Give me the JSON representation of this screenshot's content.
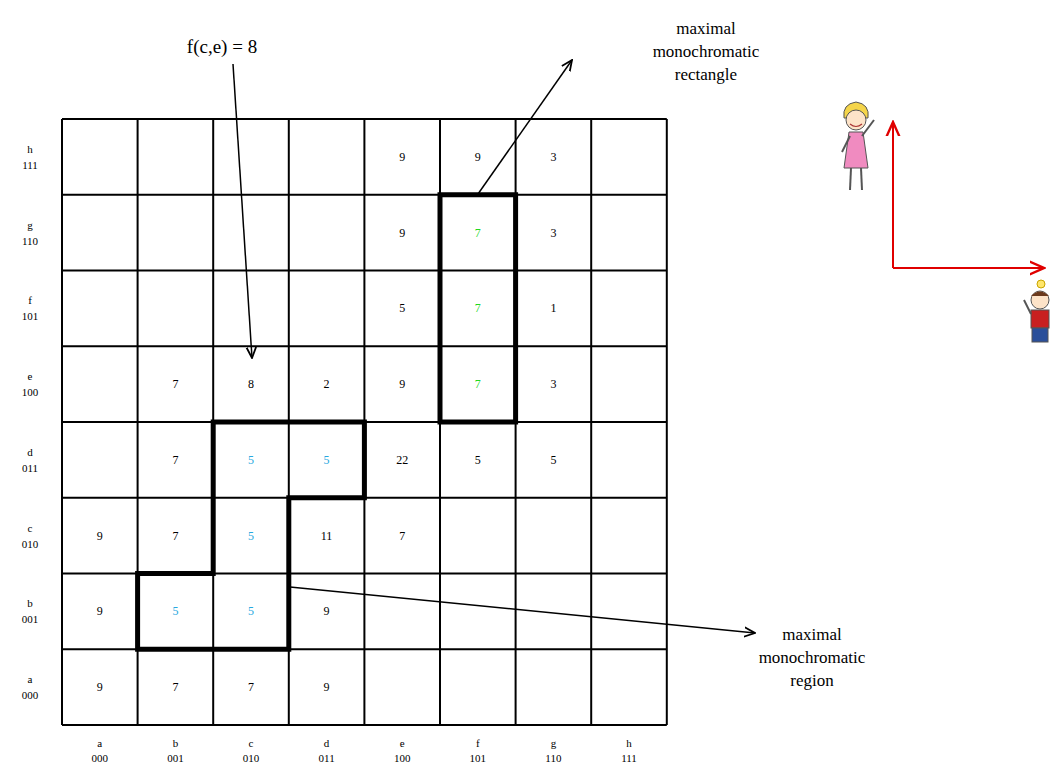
{
  "diagram": {
    "labels": [
      "h",
      "111",
      "g",
      "110",
      "f",
      "101",
      "e",
      "100",
      "d",
      "011",
      "c",
      "010",
      "b",
      "001",
      "a",
      "000",
      "9",
      "9",
      "3",
      "9",
      "7",
      "3",
      "5",
      "7",
      "1",
      "7",
      "8",
      "2",
      "9",
      "7",
      "3",
      "7",
      "5",
      "5",
      "22",
      "5",
      "5",
      "9",
      "7",
      "5",
      "11",
      "7",
      "9",
      "5",
      "5",
      "9",
      "9",
      "7",
      "7",
      "9",
      "a",
      "000",
      "b",
      "001",
      "c",
      "010",
      "d",
      "011",
      "e",
      "100",
      "f",
      "101",
      "g",
      "110",
      "h",
      "111",
      "f(c,e) = 8",
      "maximal monochromatic rectangle",
      "maximal monochromatic region"
    ]
  }
}
